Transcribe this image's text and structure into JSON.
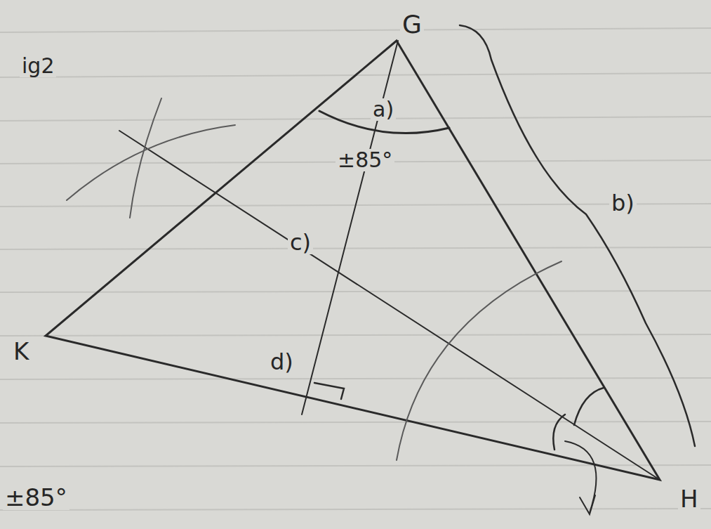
{
  "diagram": {
    "labels": [
      "ig2",
      "G",
      "a)",
      "±85°",
      "b)",
      "c)",
      "K",
      "d)",
      "H",
      "±85°"
    ]
  }
}
